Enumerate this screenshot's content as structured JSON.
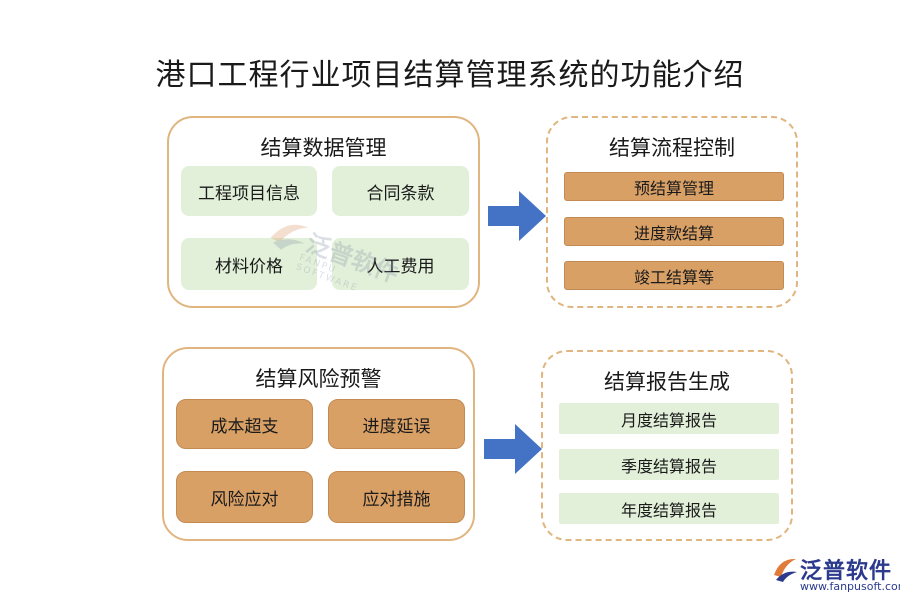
{
  "title": "港口工程行业项目结算管理系统的功能介绍",
  "panels": {
    "data_mgmt": {
      "title": "结算数据管理",
      "items": [
        "工程项目信息",
        "合同条款",
        "材料价格",
        "人工费用"
      ]
    },
    "flow_ctrl": {
      "title": "结算流程控制",
      "items": [
        "预结算管理",
        "进度款结算",
        "竣工结算等"
      ]
    },
    "risk_warn": {
      "title": "结算风险预警",
      "items": [
        "成本超支",
        "进度延误",
        "风险应对",
        "应对措施"
      ]
    },
    "report_gen": {
      "title": "结算报告生成",
      "items": [
        "月度结算报告",
        "季度结算报告",
        "年度结算报告"
      ]
    }
  },
  "watermark": {
    "cn": "泛普软件",
    "en": "FANPU SOFTWARE"
  },
  "logo": {
    "cn": "泛普软件",
    "url": "www.fanpusoft.com"
  },
  "colors": {
    "border": "#e0b57f",
    "orange": "#d9a066",
    "green": "#e2f0d9",
    "arrow": "#4472c4"
  }
}
